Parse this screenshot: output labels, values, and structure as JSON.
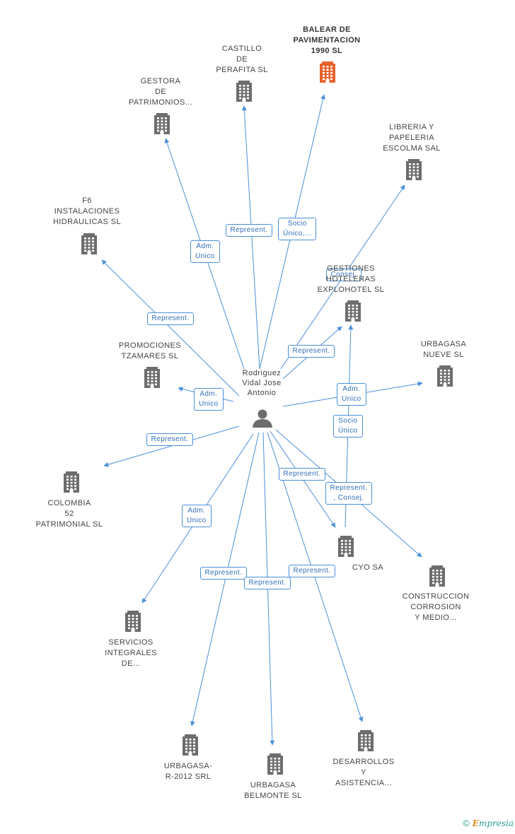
{
  "colors": {
    "edge": "#4a90d9",
    "building": "#6d6d6d",
    "highlight": "#e8622c",
    "person": "#6d6d6d"
  },
  "center": {
    "label": "Rodriguez\nVidal Jose\nAntonio",
    "icon": "person-icon"
  },
  "nodes": [
    {
      "id": "balear",
      "label": "BALEAR DE\nPAVIMENTACION\n1990  SL",
      "highlight": true
    },
    {
      "id": "castillo",
      "label": "CASTILLO\nDE\nPERAFITA SL"
    },
    {
      "id": "gestora",
      "label": "GESTORA\nDE\nPATRIMONIOS..."
    },
    {
      "id": "libreria",
      "label": "LIBRERIA Y\nPAPELERIA\nESCOLMA SAL"
    },
    {
      "id": "f6",
      "label": "F6\nINSTALACIONES\nHIDRAULICAS SL"
    },
    {
      "id": "gestiones",
      "label": "GESTIONES\nHOTELERAS\nEXPLOHOTEL SL"
    },
    {
      "id": "promociones",
      "label": "PROMOCIONES\nTZAMARES SL"
    },
    {
      "id": "urbagasa_nueve",
      "label": "URBAGASA\nNUEVE SL"
    },
    {
      "id": "colombia",
      "label": "COLOMBIA\n52\nPATRIMONIAL SL"
    },
    {
      "id": "cyo",
      "label": "CYO SA"
    },
    {
      "id": "construccion",
      "label": "CONSTRUCCION\nCORROSION\nY MEDIO..."
    },
    {
      "id": "servicios",
      "label": "SERVICIOS\nINTEGRALES\nDE..."
    },
    {
      "id": "urbagasa_r",
      "label": "URBAGASA-\nR-2012 SRL"
    },
    {
      "id": "urbagasa_belmonte",
      "label": "URBAGASA\nBELMONTE SL"
    },
    {
      "id": "desarrollos",
      "label": "DESARROLLOS\nY\nASISTENCIA..."
    }
  ],
  "edges": [
    {
      "to": "balear",
      "label": "Socio\nÚnico,..."
    },
    {
      "to": "castillo",
      "label": "Represent."
    },
    {
      "to": "gestora",
      "label": "Adm.\nUnico"
    },
    {
      "to": "libreria",
      "label": "Consej."
    },
    {
      "to": "f6",
      "label": "Represent."
    },
    {
      "to": "gestiones",
      "label": "Represent."
    },
    {
      "to": "promociones",
      "label": "Adm.\nUnico"
    },
    {
      "to": "urbagasa_nueve",
      "label": "Adm.\nUnico"
    },
    {
      "to": "colombia",
      "label": "Represent."
    },
    {
      "to": "cyo",
      "label": "Represent."
    },
    {
      "to": "construccion",
      "label": "Represent.\n, Consej."
    },
    {
      "to": "servicios",
      "label": "Adm.\nUnico"
    },
    {
      "to": "urbagasa_r",
      "label": "Represent."
    },
    {
      "to": "urbagasa_belmonte",
      "label": "Represent."
    },
    {
      "to": "desarrollos",
      "label": "Represent."
    },
    {
      "from": "cyo",
      "to": "gestiones",
      "label": "Socio\nÚnico"
    }
  ],
  "footer": {
    "copyright": "©",
    "brand_initial": "E",
    "brand_rest": "mpresia"
  }
}
